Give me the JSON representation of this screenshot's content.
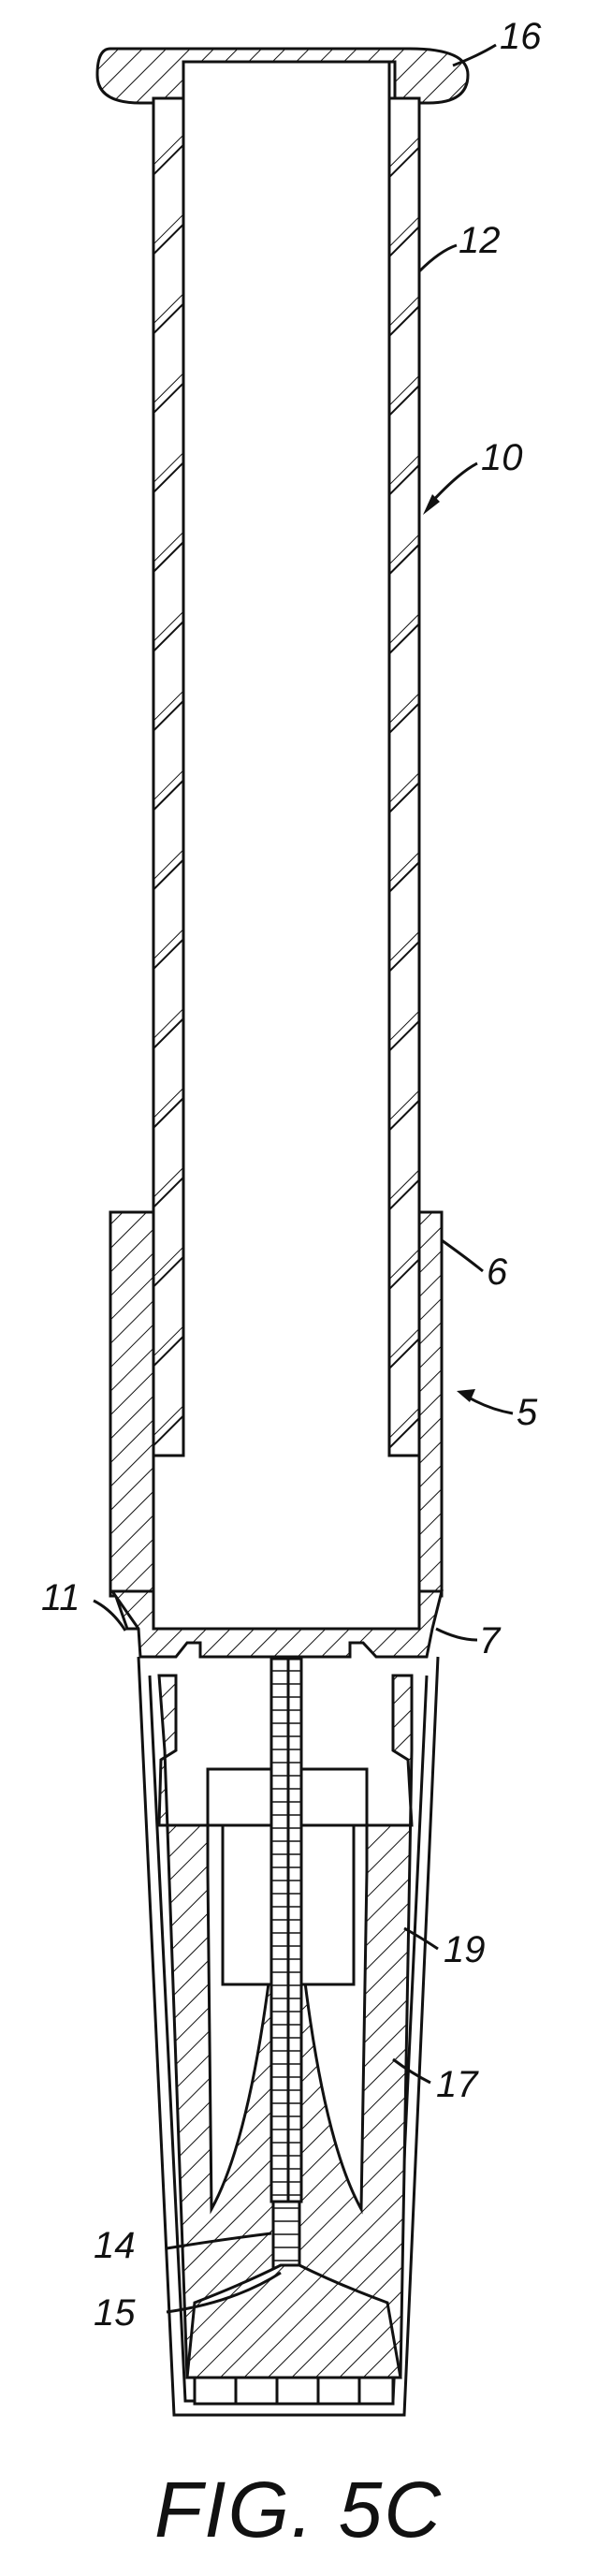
{
  "figure": {
    "caption": "FIG. 5C",
    "labels": {
      "l16": "16",
      "l12": "12",
      "l10": "10",
      "l6": "6",
      "l5": "5",
      "l11": "11",
      "l7": "7",
      "l19": "19",
      "l17": "17",
      "l14": "14",
      "l15": "15"
    },
    "colors": {
      "line": "#111111",
      "background": "#ffffff"
    }
  }
}
